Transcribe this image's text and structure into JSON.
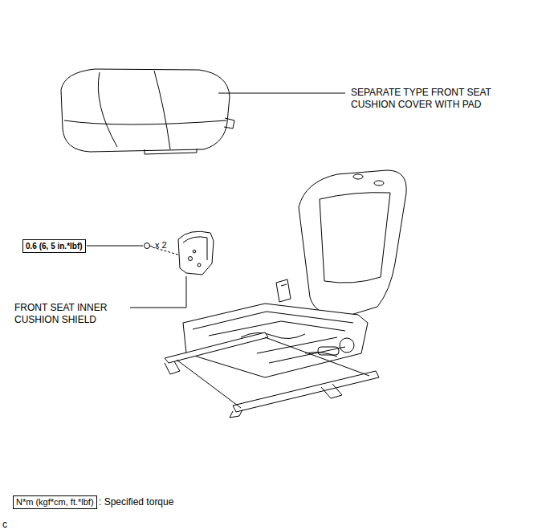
{
  "diagram": {
    "nodes": [
      {
        "text": [
          "0.6 (6, 5 in.*lbf)"
        ]
      },
      {
        "text": [
          "N*m (kgf*cm, ft.*lbf)"
        ]
      }
    ],
    "labels": [
      "SEPARATE TYPE FRONT SEAT CUSHION COVER WITH PAD",
      "x 2",
      "FRONT SEAT INNER CUSHION SHIELD",
      ": Specified torque",
      "c"
    ]
  }
}
